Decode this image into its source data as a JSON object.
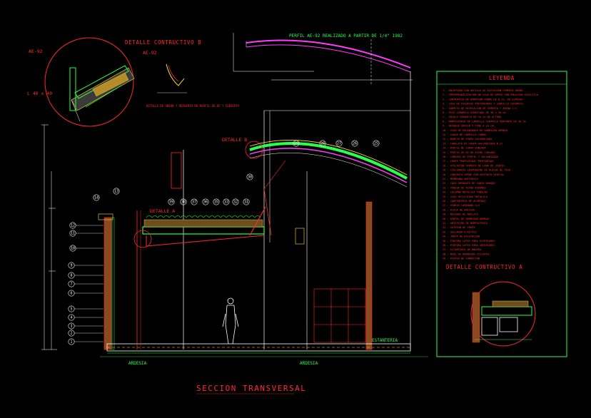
{
  "titles": {
    "main": "SECCION TRANSVERSAL",
    "detail_b": "DETALLE CONTRUCTIVO B",
    "detail_a": "DETALLE CONTRUCTIVO A",
    "legend": "LEYENDA",
    "perfil": "PERFIL AE-92 REALIZADO A PARTIR DE 1/4\" 1982"
  },
  "labels": {
    "detalle_a": "DETALLE A",
    "detalle_b": "DETALLE B",
    "ardesia_left": "ARDESIA",
    "ardesia_right": "ARDESIA",
    "estanteria": "ESTANTERIA",
    "detail_b_caption": "DETALLE DE UNION Y REFUERZO DE PERFIL AE-92 Y CUBIERTA",
    "detail_b_tag1": "AE-92",
    "detail_b_tag2": "AE-92",
    "detail_b_tag3": "L 40 x 40"
  },
  "left_markers": [
    "12",
    "11",
    "10",
    "9",
    "8",
    "7",
    "6",
    "5",
    "4",
    "3",
    "2",
    "1"
  ],
  "top_markers": [
    "14",
    "13",
    "39",
    "38",
    "37",
    "36",
    "35",
    "33",
    "32",
    "31",
    "30",
    "29",
    "28",
    "27",
    "26",
    "25"
  ],
  "legend_lines": [
    "1.- ENCOFRADO CON ARCILLA DE ELEVACION CEMENTO ARENA",
    "2.- IMPERMEABILIZACION DE LOSA DE APOYO CON EMULSION ASFALTICA",
    "3.- CONTRAPISO DE HORMIGON POBRE DE 8 cm. DE ESPESOR",
    "4.- LOSA DE VIGUETAS PRETENSADAS Y LADRILLO CERAMICO",
    "5.- CARPETA DE NIVELACION DE CEMENTO Y ARENA 1:3",
    "6.- PISO CERAMICO ESMALTADO DE 30 x 30 cm",
    "7.- ZOCALO CERAMICO DE 10 cm DE ALTURA",
    "8.- MAMPOSTERIA DE LADRILLO CERAMICO PORTANTE DE 18 cm",
    "9.- REVOQUE GRUESO Y FINO A LA CAL",
    "10.- VIGA DE ENCADENADO DE HORMIGON ARMADO",
    "11.- CARGA DE LADRILLO COMUN",
    "12.- BABETA DE CHAPA GALVANIZADA",
    "13.- CANALETA DE CHAPA GALVANIZADA N 22",
    "14.- PERFIL DE CHAPA DOBLADA",
    "15.- PERFIL AE-92 DE ACERO CURVADO",
    "16.- CORREAS DE PERFIL C GALVANIZADO",
    "17.- CHAPA TRAPEZOIDAL PREPINTADA",
    "18.- AISLACION TERMICA DE LANA DE VIDRIO",
    "19.- CIELORRASO SUSPENDIDO DE PLACAS DE YESO",
    "20.- CUBIERTA VERDE CON SUSTRATO VEGETAL",
    "21.- MEMBRANA ANTIRRAIZ",
    "22.- CAPA DRENANTE DE CANTO RODADO",
    "23.- TENSOR DE ACERO REDONDO",
    "24.- COLUMNA METALICA TUBULAR",
    "25.- VIGA RETICULADA METALICA",
    "26.- CARPINTERIA DE ALUMINIO",
    "27.- VIDRIO LAMINADO 3+3",
    "28.- PLACA DE ANCLAJE",
    "29.- BULONES DE ANCLAJE",
    "30.- DINTEL DE HORMIGON ARMADO",
    "31.- ANTEPECHO DE MAMPOSTERIA",
    "32.- GOTERON DE CHAPA",
    "33.- SELLADOR ELASTICO",
    "34.- JUNTA DE DILATACION",
    "35.- PINTURA LATEX PARA EXTERIORES",
    "36.- PINTURA LATEX PARA INTERIORES",
    "37.- ESTANTERIA DE MADERA",
    "38.- BASE DE HORMIGON CICLOPEO",
    "39.- PLATEA DE FUNDACION"
  ],
  "colors": {
    "background": "#000000",
    "red": "#ff2a2a",
    "green": "#2aff4a",
    "magenta": "#ff3cff",
    "yellow": "#ffe12a",
    "white": "#ffffff",
    "cyan": "#00e5ff"
  }
}
